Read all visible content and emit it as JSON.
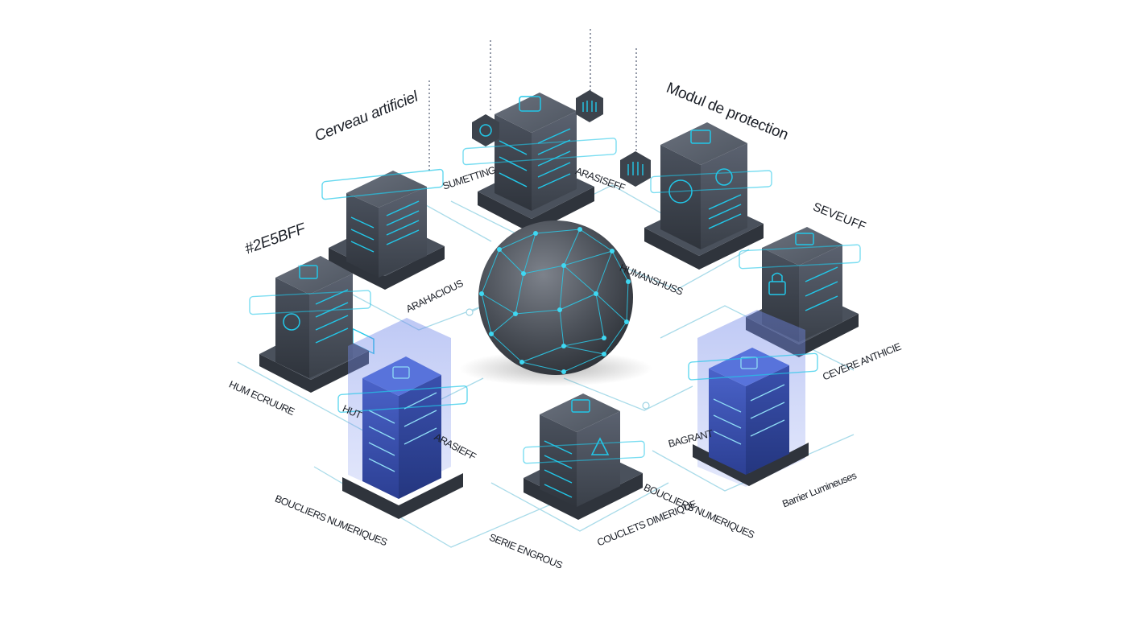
{
  "labels": {
    "cerveau": "Cerveau artificiel",
    "modul": "Modul de protection",
    "color_code": "#2E5BFF",
    "seveuff": "SEVEUFF",
    "sumetting": "SUMETTING",
    "arasiseff": "ARASISEFF",
    "arahacious": "ARAHACIOUS",
    "humanshuss": "HUMANSHUSS",
    "cervere": "CEVÈRE ANTHICIE",
    "hum_ecrure": "HUM ECRUURE",
    "hulte": "HUT",
    "arasieff2": "ARASIEFF",
    "bagrant": "BAGRANT",
    "boucliers1": "BOUCLIERS NUMERIQUES",
    "boucliers2": "BOUCLIERS NUMERIQUES",
    "barrier": "Barrier Lumineuses",
    "serie": "SERIE ENGROUS",
    "couclets": "COUCLETS DIMERIQUE"
  },
  "colors": {
    "accent": "#22c7e8",
    "server_dark": "#3f4550",
    "server_top": "#565d69",
    "shield_blue": "#3d5bd9",
    "background": "#ffffff"
  },
  "icons": [
    "server-icon",
    "lock-icon",
    "chip-icon",
    "shield-icon",
    "warning-icon",
    "power-icon",
    "network-sphere-icon"
  ]
}
